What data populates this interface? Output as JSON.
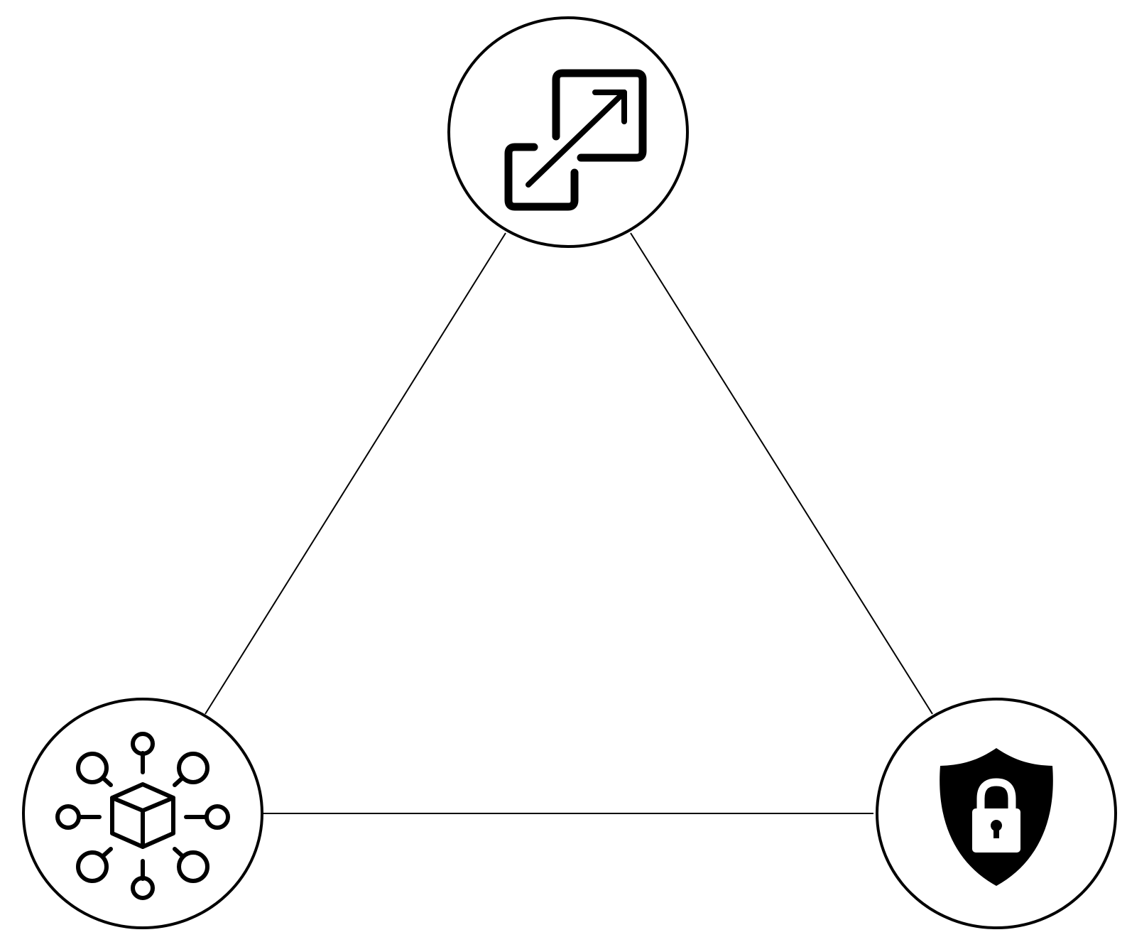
{
  "diagram": {
    "type": "triangle",
    "colors": {
      "background": "#ffffff",
      "stroke": "#000000",
      "icon": "#000000"
    },
    "nodes": [
      {
        "id": "top",
        "icon": "scalability-icon"
      },
      {
        "id": "bottom-left",
        "icon": "decentralization-network-icon"
      },
      {
        "id": "bottom-right",
        "icon": "security-shield-lock-icon"
      }
    ],
    "edges": [
      {
        "from": "top",
        "to": "bottom-left"
      },
      {
        "from": "top",
        "to": "bottom-right"
      },
      {
        "from": "bottom-left",
        "to": "bottom-right"
      }
    ]
  }
}
